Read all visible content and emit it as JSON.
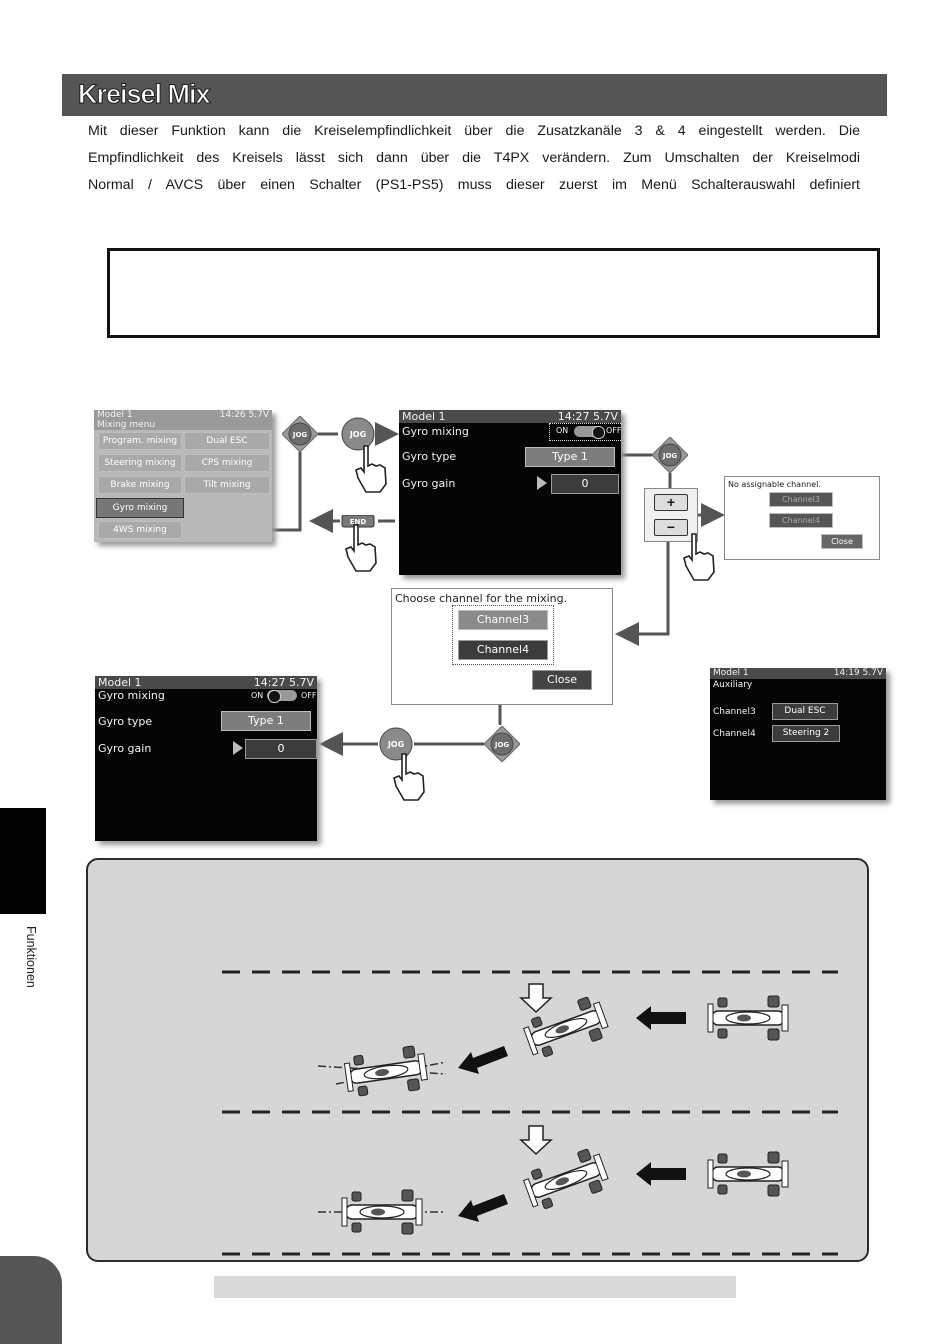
{
  "page": {
    "title": "Kreisel Mix",
    "intro_lines": [
      "Mit dieser Funktion kann die Kreiselempfindlichkeit über die Zusatzkanäle 3 & 4 eingestellt werden. Die",
      "Empfindlichkeit des Kreisels lässt sich dann über die T4PX verändern. Zum Umschalten der Kreiselmodi",
      "Normal / AVCS über einen Schalter  (PS1-PS5) muss dieser zuerst im Menü Schalterauswahl definiert"
    ],
    "side_label": "Funktionen"
  },
  "screen_mixing_menu": {
    "model": "Model 1",
    "status": "14:26 5.7V",
    "title": "Mixing menu",
    "items": [
      "Program. mixing",
      "Dual ESC",
      "Steering mixing",
      "CPS mixing",
      "Brake mixing",
      "Tilt mixing",
      "Gyro mixing",
      "4WS mixing"
    ]
  },
  "screen_gyro_top": {
    "model": "Model 1",
    "status": "14:27 5.7V",
    "gyro_mixing": "Gyro mixing",
    "on": "ON",
    "off": "OFF",
    "gyro_type": "Gyro type",
    "type_value": "Type 1",
    "gyro_gain": "Gyro gain",
    "gain_value": "0"
  },
  "popup_no_channel": {
    "message": "No assignable channel.",
    "channel3": "Channel3",
    "channel4": "Channel4",
    "close": "Close"
  },
  "popup_choose": {
    "message": "Choose channel for the mixing.",
    "channel3": "Channel3",
    "channel4": "Channel4",
    "close": "Close"
  },
  "screen_gyro_bottom": {
    "model": "Model 1",
    "status": "14:27 5.7V",
    "gyro_mixing": "Gyro mixing",
    "on": "ON",
    "off": "OFF",
    "gyro_type": "Gyro type",
    "type_value": "Type 1",
    "gyro_gain": "Gyro gain",
    "gain_value": "0"
  },
  "screen_auxiliary": {
    "model": "Model 1",
    "status": "14:19 5.7V",
    "title": "Auxiliary",
    "ch3_label": "Channel3",
    "ch3_value": "Dual ESC",
    "ch4_label": "Channel4",
    "ch4_value": "Steering 2"
  },
  "keys": {
    "jog": "JOG",
    "end": "END",
    "plus": "+",
    "minus": "−"
  },
  "colors": {
    "title_bar": "#555555",
    "lcd_bg": "#050505",
    "panel_bg": "#d6d6d6"
  }
}
